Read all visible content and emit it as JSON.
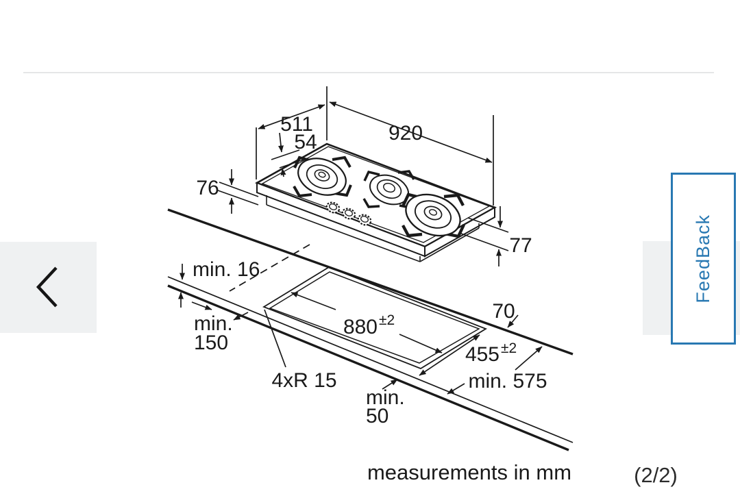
{
  "viewer": {
    "caption": "measurements in mm",
    "page_indicator": "(2/2)",
    "feedback_label": "FeedBack"
  },
  "diagram": {
    "dims": {
      "depth_total": "511",
      "width_total": "920",
      "burner_offset": "54",
      "height_left": "76",
      "height_right": "77",
      "worktop_thickness": "min. 16",
      "front_clearance_a": "min.",
      "front_clearance_b": "150",
      "cutout_width": "880",
      "cutout_width_tol": "±2",
      "cutout_depth": "455",
      "cutout_depth_tol": "±2",
      "corner_radius": "4xR 15",
      "side_clearance": "70",
      "counter_depth": "min. 575",
      "back_clearance_a": "min.",
      "back_clearance_b": "50"
    }
  },
  "colors": {
    "accent_blue": "#2878b2",
    "panel_gray": "#eff1f2",
    "line_color": "#1a1a1a"
  }
}
